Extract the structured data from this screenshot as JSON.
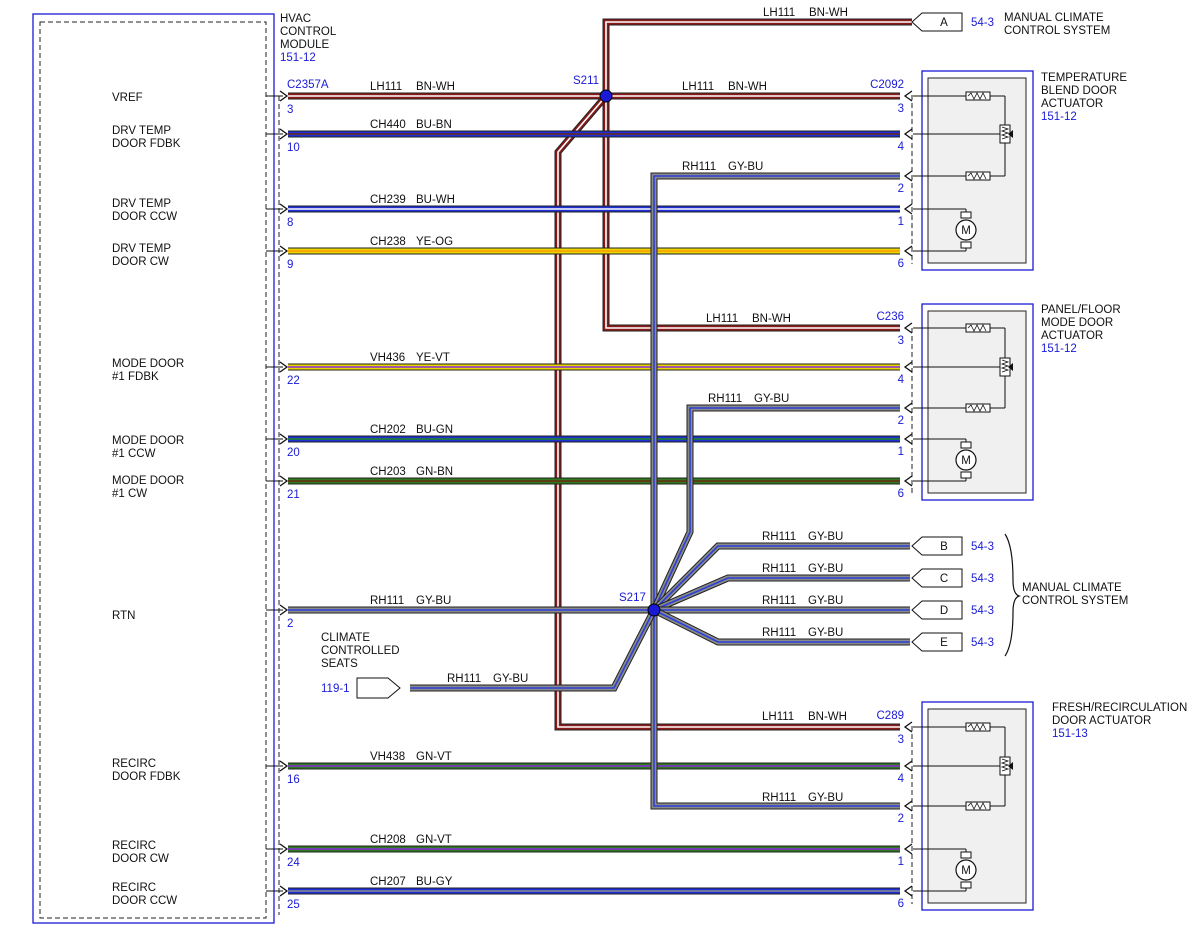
{
  "module": {
    "title_lines": [
      "HVAC",
      "CONTROL",
      "MODULE"
    ],
    "ref": "151-12",
    "connector": "C2357A",
    "pins": [
      {
        "label_lines": [
          "VREF"
        ],
        "pin": "3"
      },
      {
        "label_lines": [
          "DRV TEMP",
          "DOOR FDBK"
        ],
        "pin": "10"
      },
      {
        "label_lines": [
          "DRV TEMP",
          "DOOR CCW"
        ],
        "pin": "8"
      },
      {
        "label_lines": [
          "DRV TEMP",
          "DOOR CW"
        ],
        "pin": "9"
      },
      {
        "label_lines": [
          "MODE DOOR",
          "#1 FDBK"
        ],
        "pin": "22"
      },
      {
        "label_lines": [
          "MODE DOOR",
          "#1 CCW"
        ],
        "pin": "20"
      },
      {
        "label_lines": [
          "MODE DOOR",
          "#1 CW"
        ],
        "pin": "21"
      },
      {
        "label_lines": [
          "RTN"
        ],
        "pin": "2"
      },
      {
        "label_lines": [
          "RECIRC",
          "DOOR FDBK"
        ],
        "pin": "16"
      },
      {
        "label_lines": [
          "RECIRC",
          "DOOR CW"
        ],
        "pin": "24"
      },
      {
        "label_lines": [
          "RECIRC",
          "DOOR CCW"
        ],
        "pin": "25"
      }
    ]
  },
  "wires": [
    {
      "circuit": "LH111",
      "color_code": "BN-WH",
      "colors": [
        "#8b1a1a",
        "#ffffff"
      ]
    },
    {
      "circuit": "LH111",
      "color_code": "BN-WH",
      "colors": [
        "#8b1a1a",
        "#ffffff"
      ]
    },
    {
      "circuit": "CH440",
      "color_code": "BU-BN",
      "colors": [
        "#1f2fd6",
        "#6b2a10"
      ]
    },
    {
      "circuit": "RH111",
      "color_code": "GY-BU",
      "colors": [
        "#8a8a8a",
        "#2a3fd8"
      ]
    },
    {
      "circuit": "CH239",
      "color_code": "BU-WH",
      "colors": [
        "#1f2fd6",
        "#ffffff"
      ]
    },
    {
      "circuit": "CH238",
      "color_code": "YE-OG",
      "colors": [
        "#e8d800",
        "#ff9900"
      ]
    },
    {
      "circuit": "LH111",
      "color_code": "BN-WH",
      "colors": [
        "#8b1a1a",
        "#ffffff"
      ]
    },
    {
      "circuit": "VH436",
      "color_code": "YE-VT",
      "colors": [
        "#e8d800",
        "#8a2be2"
      ]
    },
    {
      "circuit": "RH111",
      "color_code": "GY-BU",
      "colors": [
        "#8a8a8a",
        "#2a3fd8"
      ]
    },
    {
      "circuit": "CH202",
      "color_code": "BU-GN",
      "colors": [
        "#1f2fd6",
        "#1d8a1d"
      ]
    },
    {
      "circuit": "CH203",
      "color_code": "GN-BN",
      "colors": [
        "#2f7a1f",
        "#6b2a10"
      ]
    },
    {
      "circuit": "RH111",
      "color_code": "GY-BU",
      "colors": [
        "#8a8a8a",
        "#2a3fd8"
      ]
    },
    {
      "circuit": "RH111",
      "color_code": "GY-BU",
      "colors": [
        "#8a8a8a",
        "#2a3fd8"
      ]
    },
    {
      "circuit": "RH111",
      "color_code": "GY-BU",
      "colors": [
        "#8a8a8a",
        "#2a3fd8"
      ]
    },
    {
      "circuit": "RH111",
      "color_code": "GY-BU",
      "colors": [
        "#8a8a8a",
        "#2a3fd8"
      ]
    },
    {
      "circuit": "RH111",
      "color_code": "GY-BU",
      "colors": [
        "#8a8a8a",
        "#2a3fd8"
      ]
    },
    {
      "circuit": "RH111",
      "color_code": "GY-BU",
      "colors": [
        "#8a8a8a",
        "#2a3fd8"
      ]
    },
    {
      "circuit": "LH111",
      "color_code": "BN-WH",
      "colors": [
        "#8b1a1a",
        "#ffffff"
      ]
    },
    {
      "circuit": "VH438",
      "color_code": "GN-VT",
      "colors": [
        "#2f7a1f",
        "#8a2be2"
      ]
    },
    {
      "circuit": "RH111",
      "color_code": "GY-BU",
      "colors": [
        "#8a8a8a",
        "#2a3fd8"
      ]
    },
    {
      "circuit": "CH208",
      "color_code": "GN-VT",
      "colors": [
        "#2f7a1f",
        "#8a2be2"
      ]
    },
    {
      "circuit": "CH207",
      "color_code": "BU-GY",
      "colors": [
        "#1f2fd6",
        "#8a8a8a"
      ]
    }
  ],
  "splices": [
    "S211",
    "S217"
  ],
  "actuators": [
    {
      "title_lines": [
        "TEMPERATURE",
        "BLEND DOOR",
        "ACTUATOR"
      ],
      "ref": "151-12",
      "connector": "C2092",
      "pins": [
        "3",
        "4",
        "2",
        "1",
        "6"
      ]
    },
    {
      "title_lines": [
        "PANEL/FLOOR",
        "MODE DOOR",
        "ACTUATOR"
      ],
      "ref": "151-12",
      "connector": "C236",
      "pins": [
        "3",
        "4",
        "2",
        "1",
        "6"
      ]
    },
    {
      "title_lines": [
        "FRESH/RECIRCULATION",
        "DOOR ACTUATOR"
      ],
      "ref": "151-13",
      "connector": "C289",
      "pins": [
        "3",
        "4",
        "2",
        "1",
        "6"
      ]
    }
  ],
  "motor_symbol": "M",
  "references": [
    {
      "letter": "A",
      "ref": "54-3"
    },
    {
      "letter": "B",
      "ref": "54-3"
    },
    {
      "letter": "C",
      "ref": "54-3"
    },
    {
      "letter": "D",
      "ref": "54-3"
    },
    {
      "letter": "E",
      "ref": "54-3"
    }
  ],
  "manual_top_lines": [
    "MANUAL CLIMATE",
    "CONTROL SYSTEM"
  ],
  "manual_bracket_lines": [
    "MANUAL CLIMATE",
    "CONTROL SYSTEM"
  ],
  "seats": {
    "title_lines": [
      "CLIMATE",
      "CONTROLLED",
      "SEATS"
    ],
    "ref": "119-1"
  }
}
